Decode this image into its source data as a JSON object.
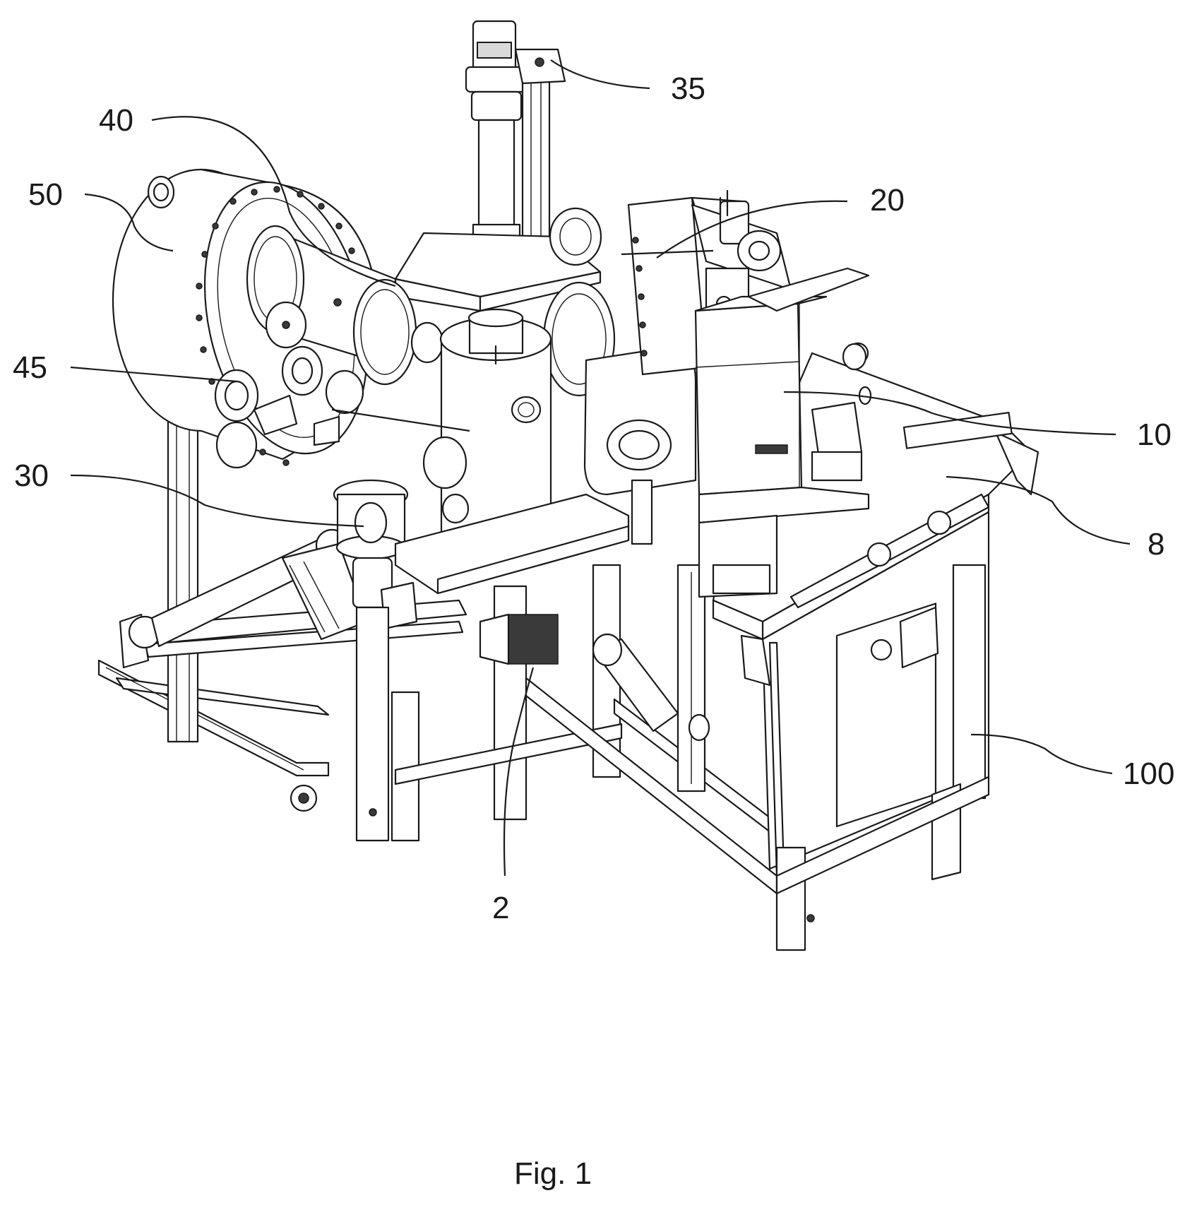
{
  "figure": {
    "caption": "Fig. 1"
  },
  "reference_numerals": [
    {
      "key": "35",
      "label": "35"
    },
    {
      "key": "40",
      "label": "40"
    },
    {
      "key": "50",
      "label": "50"
    },
    {
      "key": "20",
      "label": "20"
    },
    {
      "key": "45",
      "label": "45"
    },
    {
      "key": "30",
      "label": "30"
    },
    {
      "key": "10",
      "label": "10"
    },
    {
      "key": "8",
      "label": "8"
    },
    {
      "key": "100",
      "label": "100"
    },
    {
      "key": "2",
      "label": "2"
    }
  ]
}
